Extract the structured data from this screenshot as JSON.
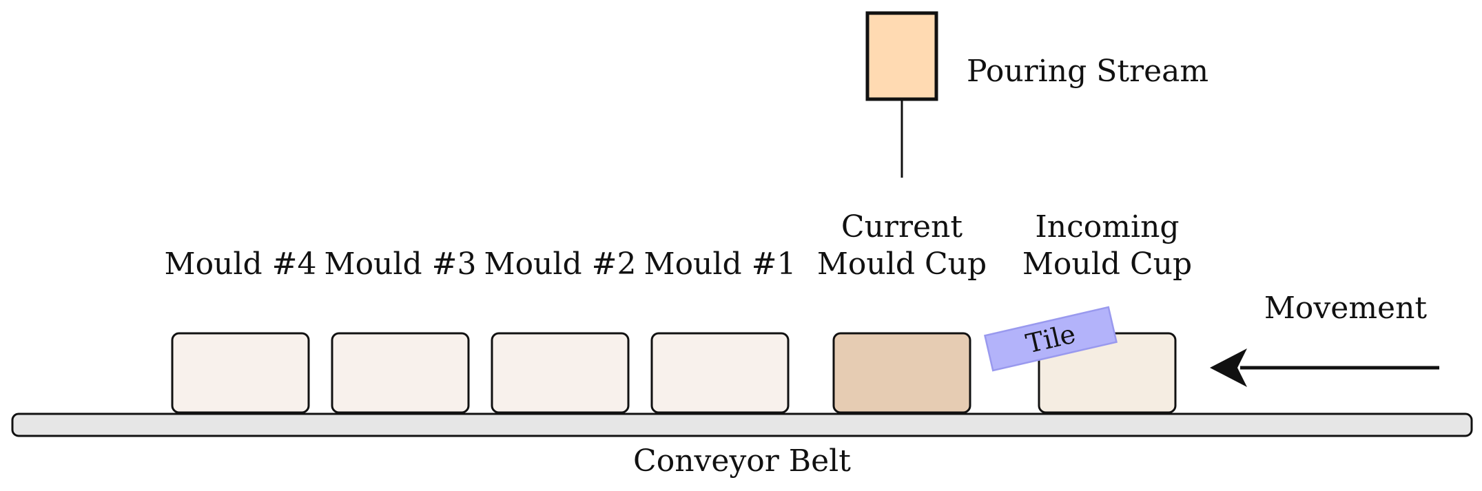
{
  "pouring_stream": {
    "label": "Pouring Stream",
    "fill": "#ffdab2",
    "stroke": "#111111"
  },
  "moulds": [
    {
      "id": "mould-4",
      "label": "Mould #4",
      "fill": "#f8f1ec"
    },
    {
      "id": "mould-3",
      "label": "Mould #3",
      "fill": "#f8f1ec"
    },
    {
      "id": "mould-2",
      "label": "Mould #2",
      "fill": "#f8f1ec"
    },
    {
      "id": "mould-1",
      "label": "Mould #1",
      "fill": "#f8f1ec"
    }
  ],
  "current_mould": {
    "label_line1": "Current",
    "label_line2": "Mould Cup",
    "fill": "#e6ccb3"
  },
  "incoming_mould": {
    "label_line1": "Incoming",
    "label_line2": "Mould Cup",
    "fill": "#f5ede2"
  },
  "tile": {
    "label": "Tile",
    "fill": "#b3b3fa",
    "stroke": "#9999ee"
  },
  "movement": {
    "label": "Movement",
    "direction": "left"
  },
  "conveyor_belt": {
    "label": "Conveyor Belt",
    "fill": "#e6e6e6"
  }
}
